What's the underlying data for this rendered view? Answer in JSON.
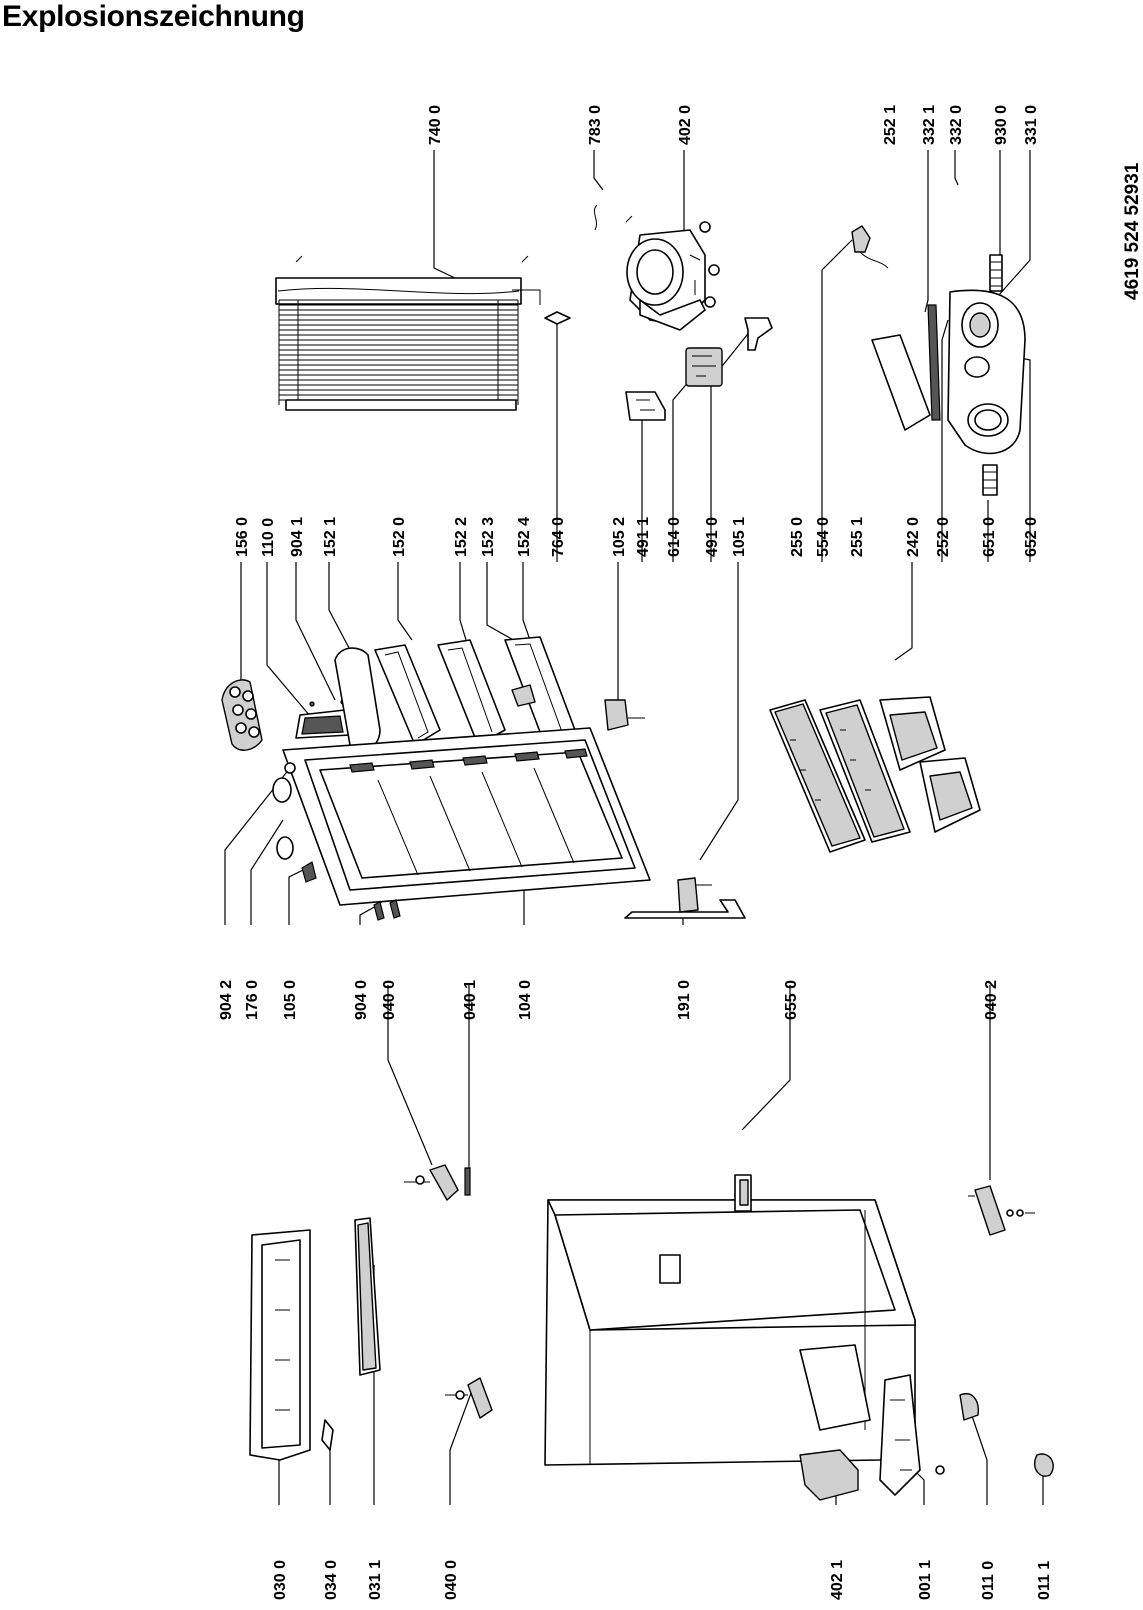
{
  "title": "Explosionszeichnung",
  "reference": "4619 524 52931",
  "callouts": [
    {
      "id": "c-7400",
      "label": "740 0"
    },
    {
      "id": "c-7830",
      "label": "783 0"
    },
    {
      "id": "c-4020",
      "label": "402 0"
    },
    {
      "id": "c-2521",
      "label": "252 1"
    },
    {
      "id": "c-3321",
      "label": "332 1"
    },
    {
      "id": "c-3320",
      "label": "332 0"
    },
    {
      "id": "c-9300",
      "label": "930 0"
    },
    {
      "id": "c-3310",
      "label": "331 0"
    },
    {
      "id": "c-1560",
      "label": "156 0"
    },
    {
      "id": "c-1100",
      "label": "110 0"
    },
    {
      "id": "c-9041",
      "label": "904 1"
    },
    {
      "id": "c-1521",
      "label": "152 1"
    },
    {
      "id": "c-1520",
      "label": "152 0"
    },
    {
      "id": "c-1522",
      "label": "152 2"
    },
    {
      "id": "c-1523",
      "label": "152 3"
    },
    {
      "id": "c-1524",
      "label": "152 4"
    },
    {
      "id": "c-7640",
      "label": "764 0"
    },
    {
      "id": "c-1052",
      "label": "105 2"
    },
    {
      "id": "c-4911",
      "label": "491 1"
    },
    {
      "id": "c-6140",
      "label": "614 0"
    },
    {
      "id": "c-4910",
      "label": "491 0"
    },
    {
      "id": "c-1051",
      "label": "105 1"
    },
    {
      "id": "c-2550",
      "label": "255 0"
    },
    {
      "id": "c-5540",
      "label": "554 0"
    },
    {
      "id": "c-2551",
      "label": "255 1"
    },
    {
      "id": "c-2420",
      "label": "242 0"
    },
    {
      "id": "c-2520",
      "label": "252 0"
    },
    {
      "id": "c-6510",
      "label": "651 0"
    },
    {
      "id": "c-6520",
      "label": "652 0"
    },
    {
      "id": "c-9042",
      "label": "904 2"
    },
    {
      "id": "c-1760",
      "label": "176 0"
    },
    {
      "id": "c-1050",
      "label": "105 0"
    },
    {
      "id": "c-9040",
      "label": "904 0"
    },
    {
      "id": "c-0400a",
      "label": "040 0"
    },
    {
      "id": "c-0401",
      "label": "040 1"
    },
    {
      "id": "c-1040",
      "label": "104 0"
    },
    {
      "id": "c-1910",
      "label": "191 0"
    },
    {
      "id": "c-6550",
      "label": "655 0"
    },
    {
      "id": "c-0402",
      "label": "040 2"
    },
    {
      "id": "c-0300",
      "label": "030 0"
    },
    {
      "id": "c-0340",
      "label": "034 0"
    },
    {
      "id": "c-0311",
      "label": "031 1"
    },
    {
      "id": "c-0400b",
      "label": "040 0"
    },
    {
      "id": "c-4021",
      "label": "402 1"
    },
    {
      "id": "c-0011",
      "label": "001 1"
    },
    {
      "id": "c-0110",
      "label": "011 0"
    },
    {
      "id": "c-0111",
      "label": "011 1"
    }
  ]
}
